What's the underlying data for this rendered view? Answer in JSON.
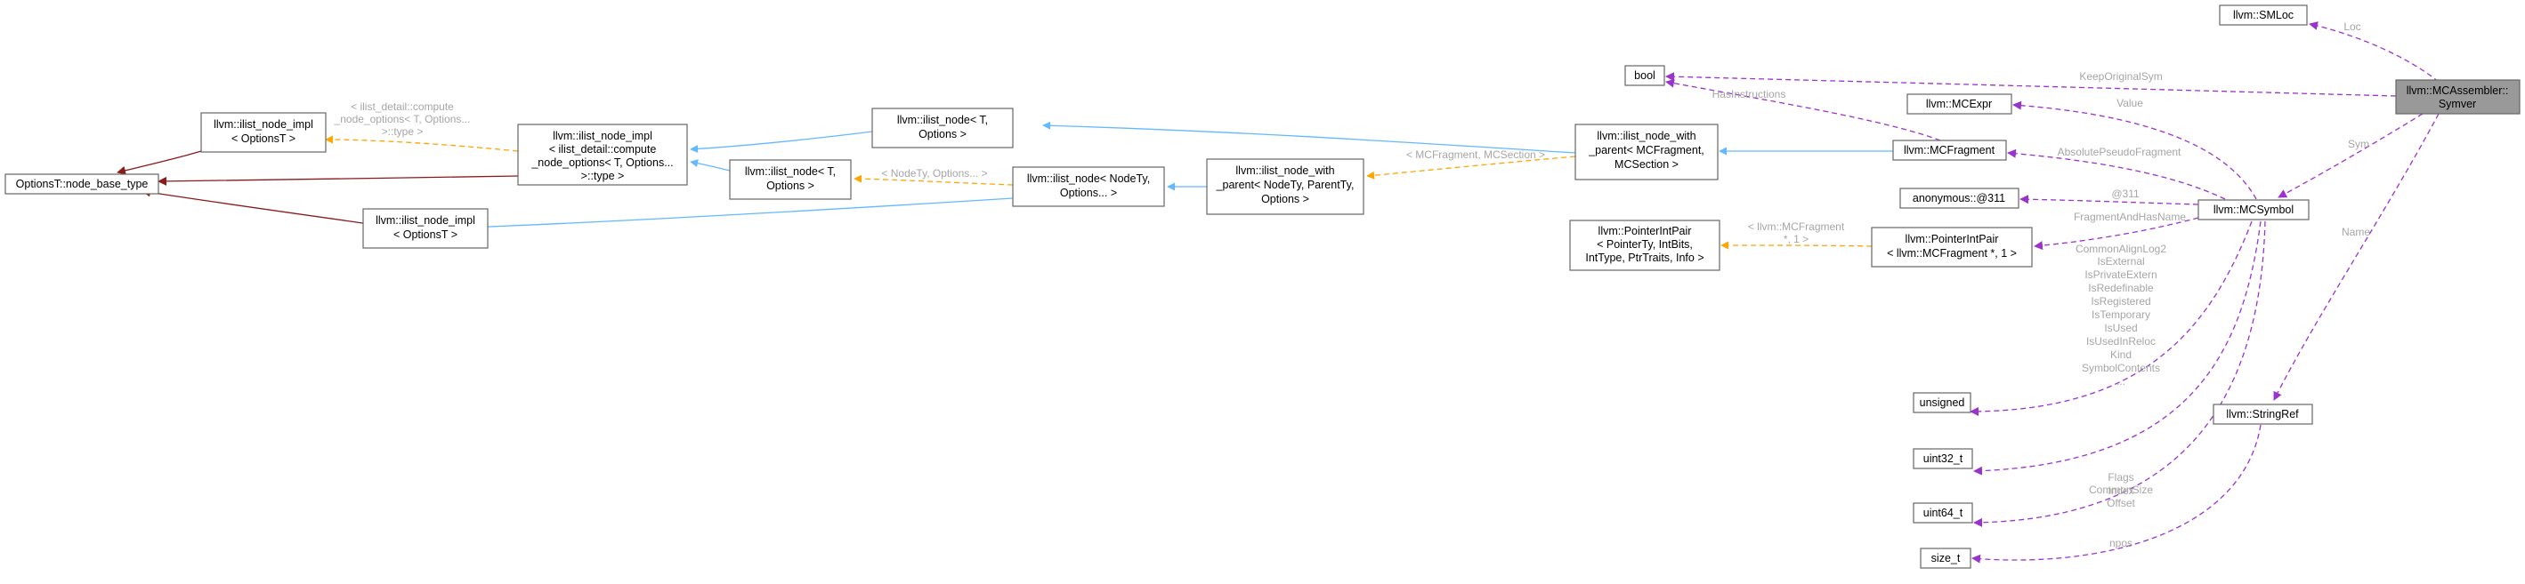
{
  "nodes": {
    "base": "OptionsT::node_base_type",
    "impl_a": [
      "llvm::ilist_node_impl",
      "< OptionsT >"
    ],
    "impl_b": [
      "llvm::ilist_node_impl",
      "< OptionsT >"
    ],
    "impl_c": [
      "llvm::ilist_node_impl",
      "< ilist_detail::compute",
      "_node_options< T, Options...",
      ">::type >"
    ],
    "node_t": [
      "llvm::ilist_node< T,",
      "Options >"
    ],
    "node_t2": [
      "llvm::ilist_node< T,",
      "Options >"
    ],
    "node_ty": [
      "llvm::ilist_node< NodeTy,",
      "Options... >"
    ],
    "wp_generic": [
      "llvm::ilist_node_with",
      "_parent< NodeTy, ParentTy,",
      "Options >"
    ],
    "wp_mc": [
      "llvm::ilist_node_with",
      "_parent< MCFragment,",
      "MCSection >"
    ],
    "bool": "bool",
    "mcexpr": "llvm::MCExpr",
    "mcfragment": "llvm::MCFragment",
    "anon": "anonymous::@311",
    "pip_generic": [
      "llvm::PointerIntPair",
      "< PointerTy, IntBits,",
      "IntType, PtrTraits, Info >"
    ],
    "pip_mc": [
      "llvm::PointerIntPair",
      "< llvm::MCFragment *, 1 >"
    ],
    "smloc": "llvm::SMLoc",
    "symver": [
      "llvm::MCAssembler::",
      "Symver"
    ],
    "mcsymbol": "llvm::MCSymbol",
    "unsigned": "unsigned",
    "uint32": "uint32_t",
    "uint64": "uint64_t",
    "size_t": "size_t",
    "stringref": "llvm::StringRef"
  },
  "edge_labels": {
    "impl_c_tpl": [
      "< ilist_detail::compute",
      "_node_options< T, Options...",
      ">::type >"
    ],
    "node_ty_tpl": "< NodeTy, Options... >",
    "mc_tpl": "< MCFragment, MCSection >",
    "pip_tpl": [
      "< llvm::MCFragment",
      "*, 1 >"
    ],
    "has_instructions": "HasInstructions",
    "keep_original_sym": "KeepOriginalSym",
    "loc": "Loc",
    "value": "Value",
    "absolute_pseudo_fragment": "AbsolutePseudoFragment",
    "at311": "@311",
    "fragment_and_has_name": "FragmentAndHasName",
    "sym": "Sym",
    "name": "Name",
    "unsigned_fields": [
      "CommonAlignLog2",
      "IsExternal",
      "IsPrivateExtern",
      "IsRedefinable",
      "IsRegistered",
      "IsTemporary",
      "IsUsed",
      "IsUsedInReloc",
      "Kind",
      "SymbolContents",
      "..."
    ],
    "uint32_fields": [
      "Flags",
      "Index"
    ],
    "uint64_fields": [
      "CommonSize",
      "Offset"
    ],
    "npos": "npos"
  },
  "colors": {
    "inheritance": "#63b8ff",
    "template": "#ffa500",
    "usage": "#9a32cd",
    "base_inheritance": "#8b1a1a",
    "highlight_fill": "#999999"
  }
}
